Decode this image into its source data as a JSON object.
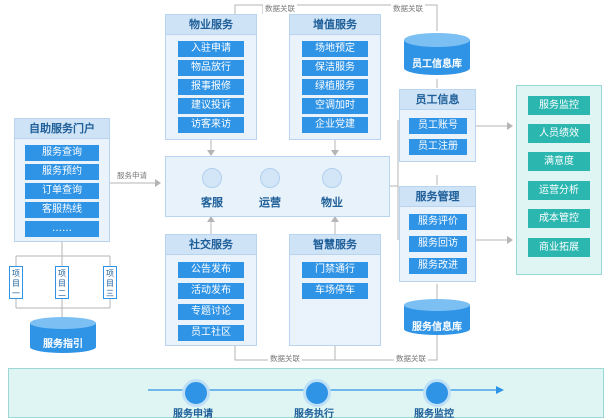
{
  "links": {
    "data_link": "数据关联",
    "service_request": "服务申请"
  },
  "portal": {
    "title": "自助服务门户",
    "items": [
      "服务查询",
      "服务预约",
      "订单查询",
      "客服热线",
      "……"
    ],
    "projects": [
      "项目一",
      "项目二",
      "项目三"
    ],
    "guide_db": "服务指引"
  },
  "property": {
    "title": "物业服务",
    "items": [
      "入驻申请",
      "物品放行",
      "报事报修",
      "建议投诉",
      "访客来访"
    ]
  },
  "value_added": {
    "title": "增值服务",
    "items": [
      "场地预定",
      "保洁服务",
      "绿植服务",
      "空调加时",
      "企业党建"
    ]
  },
  "hub": {
    "items": [
      {
        "label": "客服",
        "icon": "customer-service-icon"
      },
      {
        "label": "运营",
        "icon": "operations-icon"
      },
      {
        "label": "物业",
        "icon": "property-icon"
      }
    ]
  },
  "social": {
    "title": "社交服务",
    "items": [
      "公告发布",
      "活动发布",
      "专题讨论",
      "员工社区"
    ]
  },
  "smart": {
    "title": "智慧服务",
    "items": [
      "门禁通行",
      "车场停车"
    ]
  },
  "employee_db": "员工信息库",
  "employee_info": {
    "title": "员工信息",
    "items": [
      "员工账号",
      "员工注册"
    ]
  },
  "service_mgmt": {
    "title": "服务管理",
    "items": [
      "服务评价",
      "服务回访",
      "服务改进"
    ]
  },
  "service_db": "服务信息库",
  "outputs": [
    "服务监控",
    "人员绩效",
    "满意度",
    "运营分析",
    "成本管控",
    "商业拓展"
  ],
  "flow": [
    "服务申请",
    "服务执行",
    "服务监控"
  ],
  "colors": {
    "primary": "#2f93e6",
    "teal": "#2bb6b0",
    "panel": "#eaf3fc",
    "header": "#cfe3f7"
  }
}
